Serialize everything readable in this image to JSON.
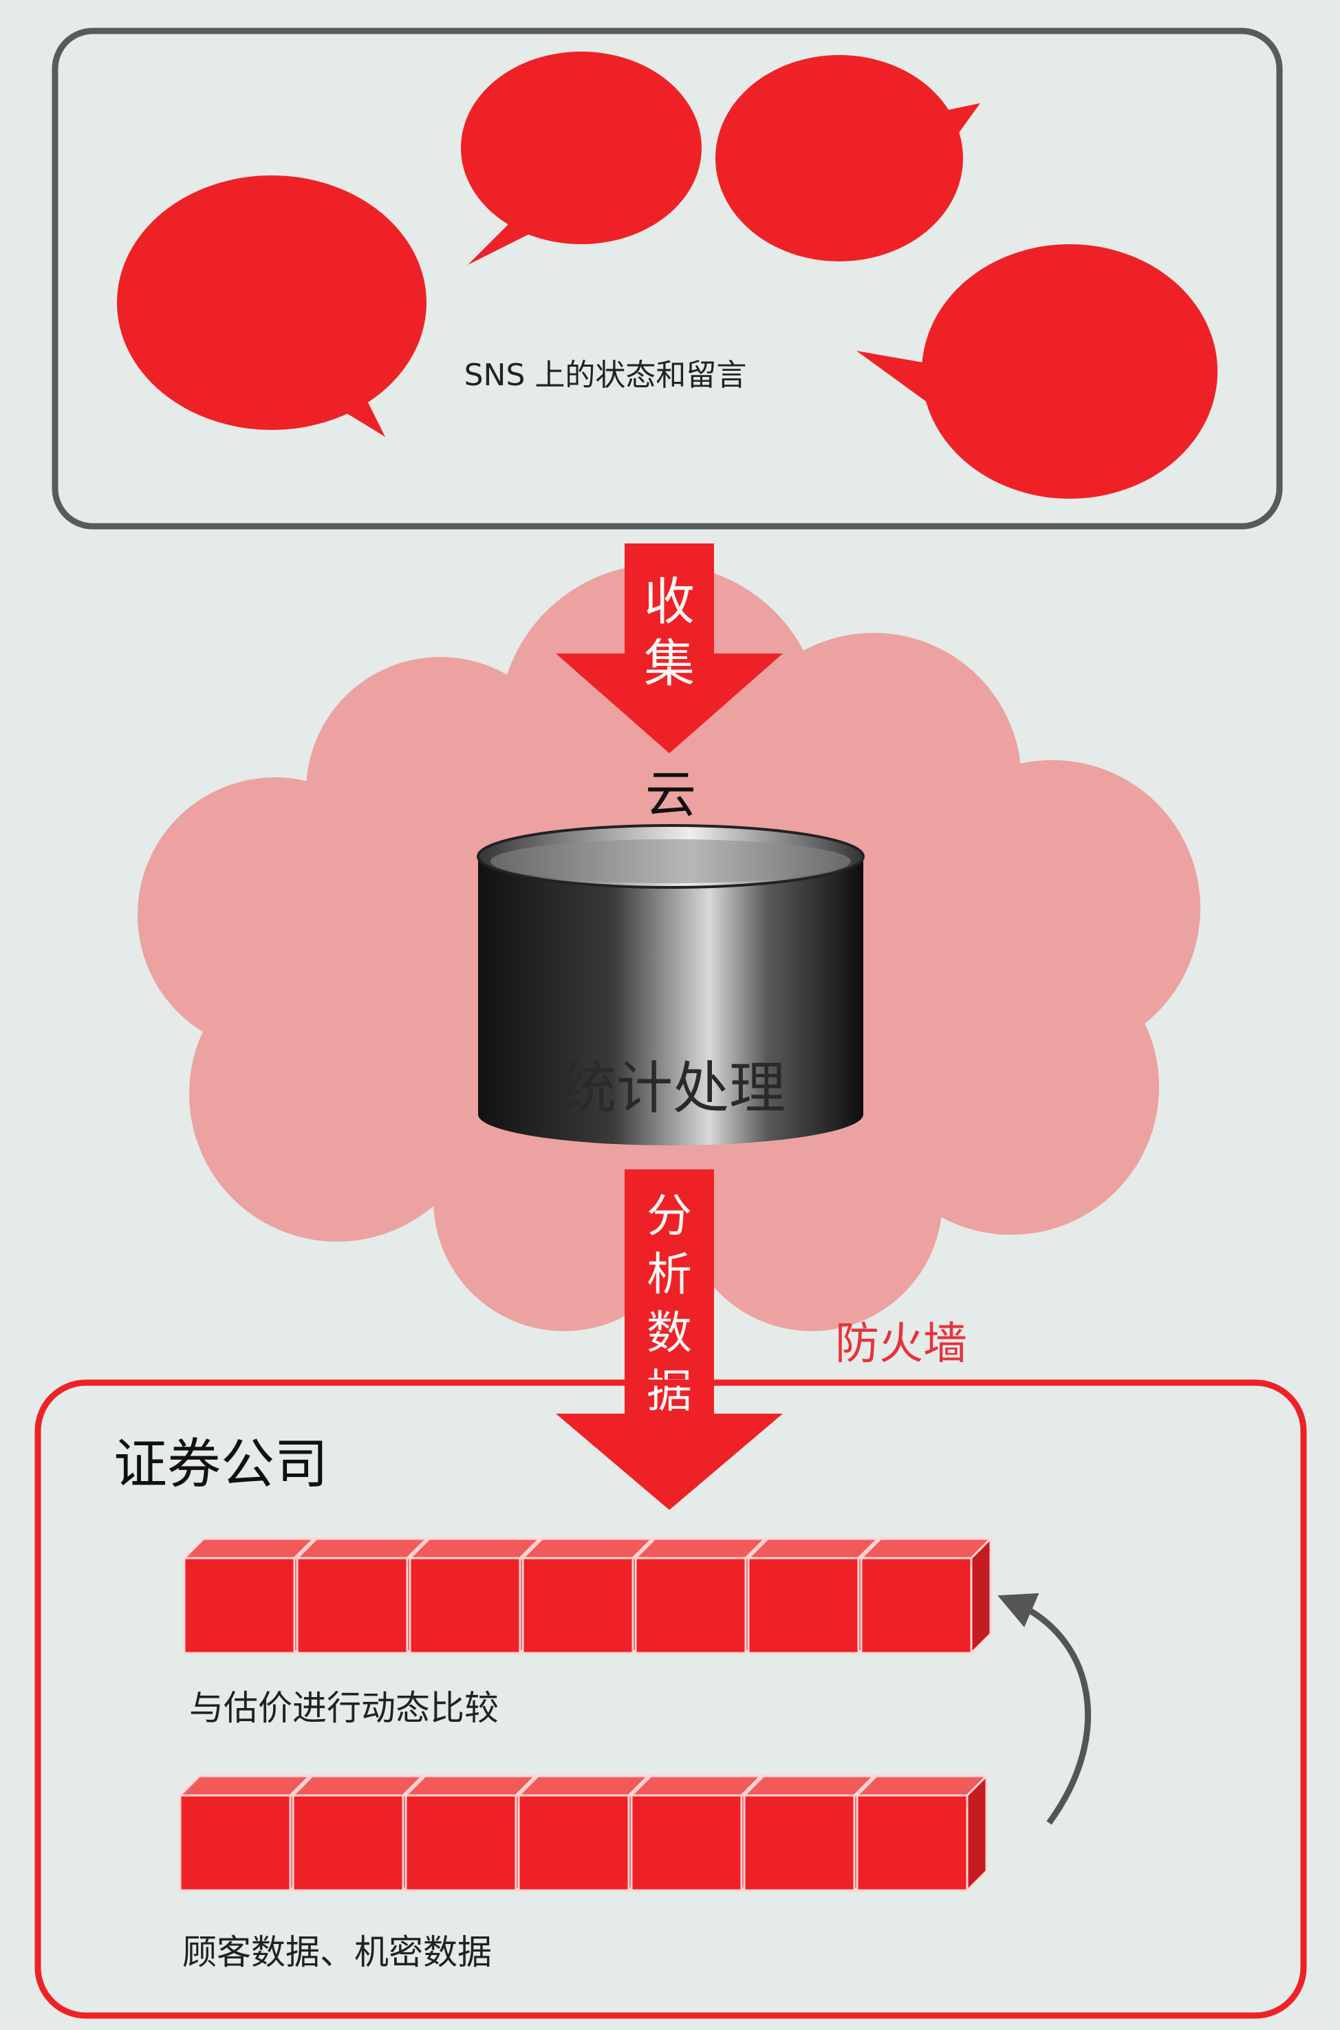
{
  "sns": {
    "label": "SNS 上的状态和留言"
  },
  "arrows": {
    "collect": {
      "chars": [
        "收",
        "集"
      ]
    },
    "analyze": {
      "chars": [
        "分",
        "析",
        "数",
        "据"
      ]
    }
  },
  "cloud": {
    "label": "云",
    "database_label": "统计处理"
  },
  "firewall": {
    "label": "防火墙",
    "company_label": "证券公司",
    "row1_label": "与估价进行动态比较",
    "row2_label": "顾客数据、机密数据"
  },
  "colors": {
    "red": "#ee2226",
    "cloud_pink": "#eba2a0",
    "frame_gray": "#5a5a5a",
    "text_dark": "#222222"
  }
}
